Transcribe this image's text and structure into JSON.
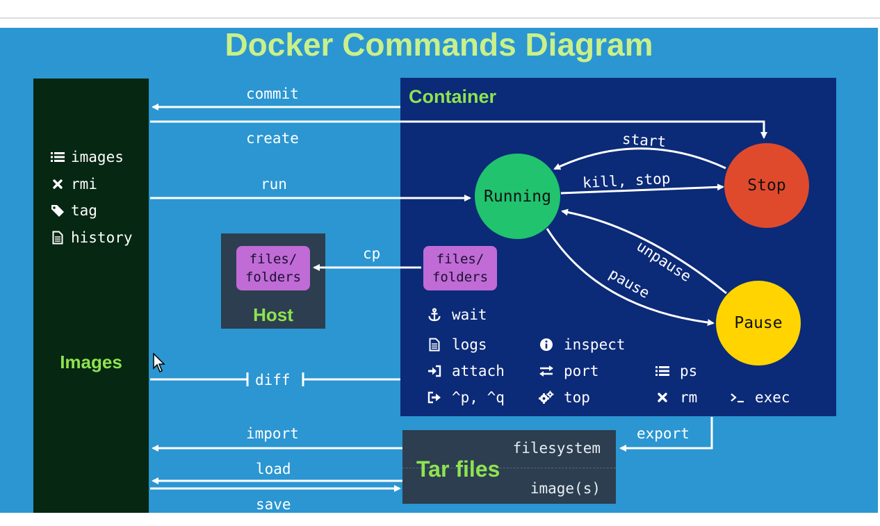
{
  "title": "Docker Commands Diagram",
  "colors": {
    "background": "#2b96d1",
    "images_panel": "#062712",
    "container_panel": "#0b2a78",
    "host_panel": "#2c3e50",
    "tar_panel": "#2c3e50",
    "label_green": "#8fe34f",
    "title_green": "#c9f08a",
    "files_purple": "#c06bd6",
    "running": "#21c36f",
    "stop": "#e04a2c",
    "pause": "#ffd400"
  },
  "images_panel": {
    "title": "Images",
    "commands": [
      {
        "icon": "list-icon",
        "label": "images"
      },
      {
        "icon": "cross-icon",
        "label": "rmi"
      },
      {
        "icon": "tag-icon",
        "label": "tag"
      },
      {
        "icon": "document-icon",
        "label": "history"
      }
    ]
  },
  "container_panel": {
    "title": "Container",
    "states": {
      "running": "Running",
      "stop": "Stop",
      "pause": "Pause"
    },
    "transitions": {
      "start": "start",
      "kill_stop": "kill, stop",
      "unpause": "unpause",
      "pause": "pause"
    },
    "files_label": [
      "files/",
      "folders"
    ],
    "commands": {
      "wait": {
        "icon": "anchor-icon",
        "label": "wait"
      },
      "logs": {
        "icon": "document-icon",
        "label": "logs"
      },
      "inspect": {
        "icon": "info-icon",
        "label": "inspect"
      },
      "attach": {
        "icon": "sign-in-icon",
        "label": "attach"
      },
      "port": {
        "icon": "exchange-icon",
        "label": "port"
      },
      "ps": {
        "icon": "list-icon",
        "label": "ps"
      },
      "detach": {
        "icon": "sign-out-icon",
        "label": "^p, ^q"
      },
      "top": {
        "icon": "gears-icon",
        "label": "top"
      },
      "rm": {
        "icon": "cross-icon",
        "label": "rm"
      },
      "exec": {
        "icon": "terminal-icon",
        "label": "exec"
      }
    }
  },
  "host_panel": {
    "title": "Host",
    "files_label": [
      "files/",
      "folders"
    ]
  },
  "tar_panel": {
    "title": "Tar files",
    "filesystem": "filesystem",
    "images": "image(s)"
  },
  "flows": {
    "commit": "commit",
    "create": "create",
    "run": "run",
    "cp": "cp",
    "diff": "diff",
    "import": "import",
    "load": "load",
    "save": "save",
    "export": "export"
  }
}
